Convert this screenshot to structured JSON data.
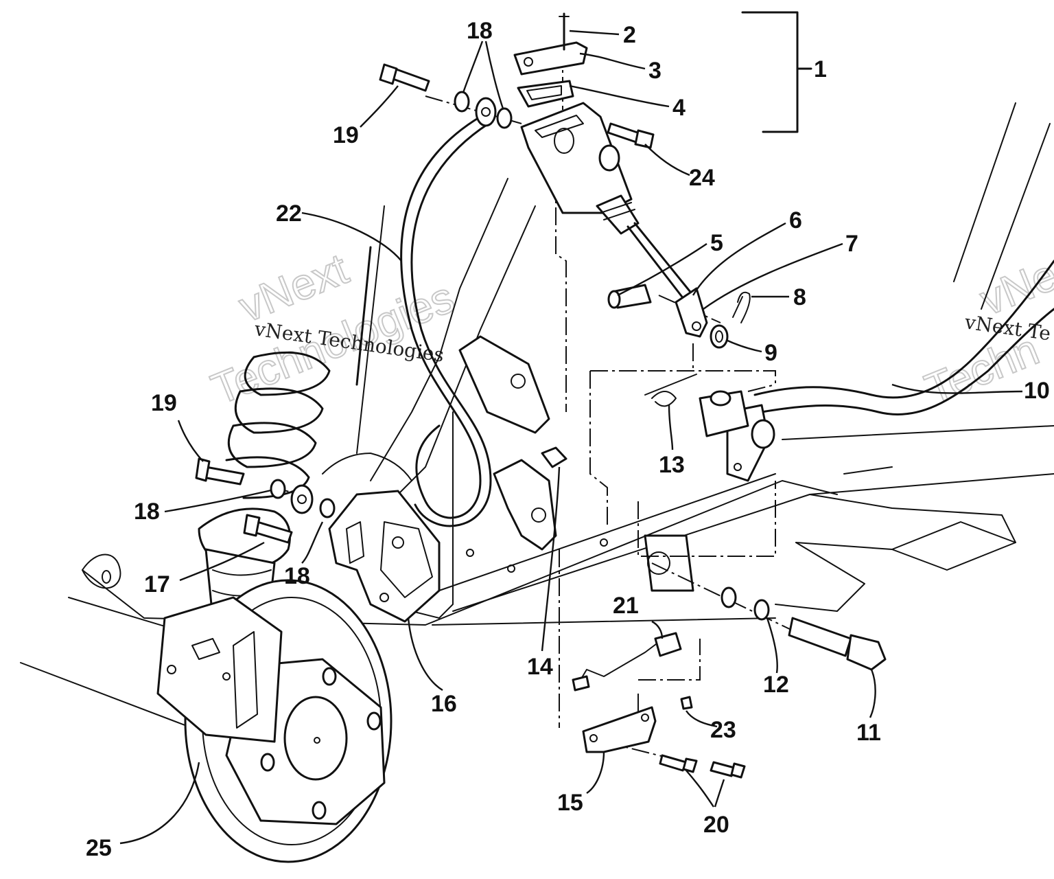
{
  "callouts": {
    "c1": "1",
    "c2": "2",
    "c3": "3",
    "c4": "4",
    "c5": "5",
    "c6": "6",
    "c7": "7",
    "c8": "8",
    "c9": "9",
    "c10": "10",
    "c11": "11",
    "c12": "12",
    "c13": "13",
    "c14": "14",
    "c15": "15",
    "c16": "16",
    "c17": "17",
    "c18a": "18",
    "c18b": "18",
    "c18c": "18",
    "c19a": "19",
    "c19b": "19",
    "c20": "20",
    "c21": "21",
    "c22": "22",
    "c23": "23",
    "c24": "24",
    "c25": "25"
  },
  "watermark": {
    "line": "vNext Technologies",
    "line_right": "vNext Te",
    "outline_1": "vNext",
    "outline_2": "Technologies",
    "outline_right_1": "vNe",
    "outline_right_2": "Techn"
  }
}
